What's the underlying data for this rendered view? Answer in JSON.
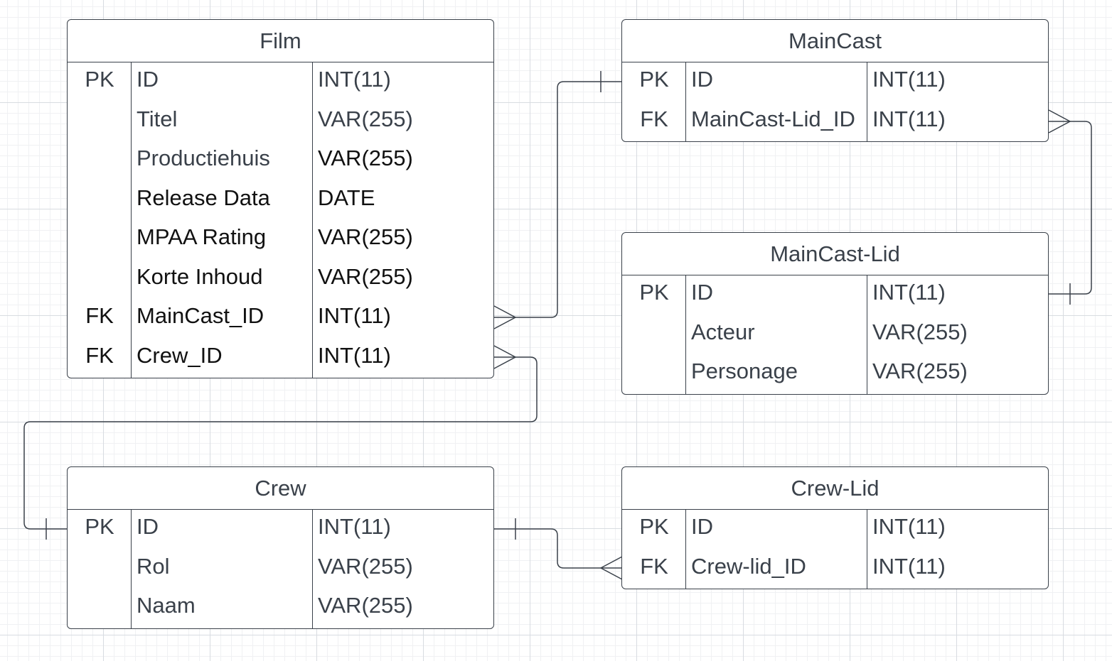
{
  "entities": {
    "film": {
      "title": "Film",
      "rows": [
        {
          "key": "PK",
          "name": "ID",
          "type": "INT(11)"
        },
        {
          "key": "",
          "name": "Titel",
          "type": "VAR(255)"
        },
        {
          "key": "",
          "name": "Productiehuis",
          "type": "VAR(255)"
        },
        {
          "key": "",
          "name": "Release Data",
          "type": "DATE"
        },
        {
          "key": "",
          "name": "MPAA Rating",
          "type": "VAR(255)"
        },
        {
          "key": "",
          "name": "Korte Inhoud",
          "type": "VAR(255)"
        },
        {
          "key": "FK",
          "name": "MainCast_ID",
          "type": "INT(11)"
        },
        {
          "key": "FK",
          "name": "Crew_ID",
          "type": "INT(11)"
        }
      ]
    },
    "maincast": {
      "title": "MainCast",
      "rows": [
        {
          "key": "PK",
          "name": "ID",
          "type": "INT(11)"
        },
        {
          "key": "FK",
          "name": "MainCast-Lid_ID",
          "type": "INT(11)"
        }
      ]
    },
    "maincast_lid": {
      "title": "MainCast-Lid",
      "rows": [
        {
          "key": "PK",
          "name": "ID",
          "type": "INT(11)"
        },
        {
          "key": "",
          "name": "Acteur",
          "type": "VAR(255)"
        },
        {
          "key": "",
          "name": "Personage",
          "type": "VAR(255)"
        }
      ]
    },
    "crew": {
      "title": "Crew",
      "rows": [
        {
          "key": "PK",
          "name": "ID",
          "type": "INT(11)"
        },
        {
          "key": "",
          "name": "Rol",
          "type": "VAR(255)"
        },
        {
          "key": "",
          "name": "Naam",
          "type": "VAR(255)"
        }
      ]
    },
    "crew_lid": {
      "title": "Crew-Lid",
      "rows": [
        {
          "key": "PK",
          "name": "ID",
          "type": "INT(11)"
        },
        {
          "key": "FK",
          "name": "Crew-lid_ID",
          "type": "INT(11)"
        }
      ]
    }
  },
  "relationships": [
    {
      "from": "Film.MainCast_ID",
      "from_cardinality": "many",
      "to": "MainCast.ID",
      "to_cardinality": "one"
    },
    {
      "from": "Film.Crew_ID",
      "from_cardinality": "many",
      "to": "Crew.ID",
      "to_cardinality": "one"
    },
    {
      "from": "MainCast.MainCast-Lid_ID",
      "from_cardinality": "many",
      "to": "MainCast-Lid.ID",
      "to_cardinality": "one"
    },
    {
      "from": "Crew-Lid.Crew-lid_ID",
      "from_cardinality": "many",
      "to": "Crew.ID",
      "to_cardinality": "one"
    }
  ]
}
